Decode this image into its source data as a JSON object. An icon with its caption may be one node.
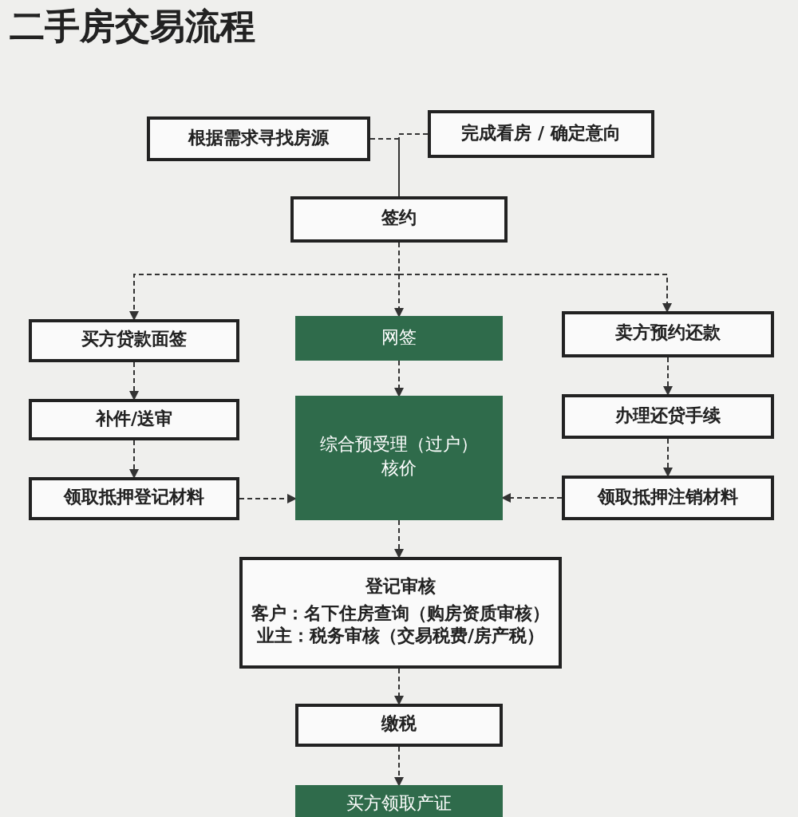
{
  "diagram": {
    "title": "二手房交易流程",
    "nodes": [
      {
        "text": [
          "根据需求寻找房源"
        ]
      },
      {
        "text": [
          "完成看房 / 确定意向"
        ]
      },
      {
        "text": [
          "签约"
        ]
      },
      {
        "text": [
          "买方贷款面签"
        ]
      },
      {
        "text": [
          "网签"
        ]
      },
      {
        "text": [
          "卖方预约还款"
        ]
      },
      {
        "text": [
          "补件/送审"
        ]
      },
      {
        "text": [
          "综合预受理（过户）核价"
        ]
      },
      {
        "text": [
          "办理还贷手续"
        ]
      },
      {
        "text": [
          "领取抵押登记材料"
        ]
      },
      {
        "text": [
          "领取抵押注销材料"
        ]
      },
      {
        "text": [
          "登记审核",
          "客户：名下住房查询（购房资质审核）",
          "业主：税务审核（交易税费/房产税）"
        ]
      },
      {
        "text": [
          "缴税"
        ]
      },
      {
        "text": [
          "买方领取产证"
        ]
      }
    ],
    "edges": [
      {
        "from": 0,
        "to": 2,
        "arrow": "none",
        "style": "dashed"
      },
      {
        "from": 1,
        "to": 2,
        "arrow": "none",
        "style": "dashed"
      },
      {
        "from": 2,
        "to": 3,
        "arrow": "to",
        "style": "dashed"
      },
      {
        "from": 2,
        "to": 4,
        "arrow": "to",
        "style": "dashed"
      },
      {
        "from": 2,
        "to": 5,
        "arrow": "to",
        "style": "dashed"
      },
      {
        "from": 3,
        "to": 6,
        "arrow": "to",
        "style": "dashed"
      },
      {
        "from": 6,
        "to": 9,
        "arrow": "to",
        "style": "dashed"
      },
      {
        "from": 4,
        "to": 7,
        "arrow": "to",
        "style": "dashed"
      },
      {
        "from": 5,
        "to": 8,
        "arrow": "to",
        "style": "dashed"
      },
      {
        "from": 8,
        "to": 10,
        "arrow": "to",
        "style": "dashed"
      },
      {
        "from": 9,
        "to": 7,
        "arrow": "to",
        "style": "dashed"
      },
      {
        "from": 10,
        "to": 7,
        "arrow": "to",
        "style": "dashed"
      },
      {
        "from": 7,
        "to": 11,
        "arrow": "to",
        "style": "dashed"
      },
      {
        "from": 11,
        "to": 12,
        "arrow": "to",
        "style": "dashed"
      },
      {
        "from": 12,
        "to": 13,
        "arrow": "to",
        "style": "dashed"
      }
    ]
  }
}
